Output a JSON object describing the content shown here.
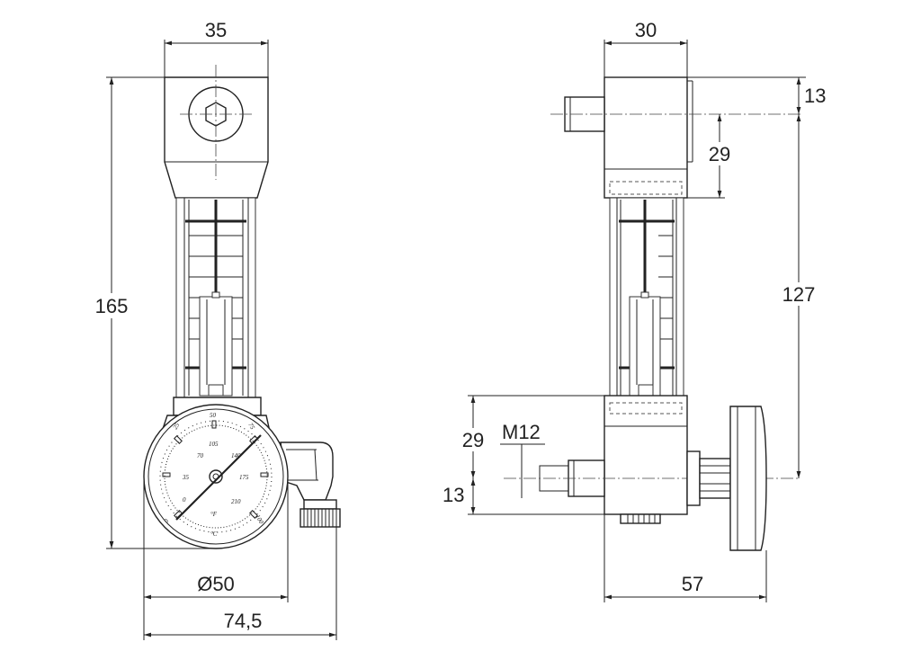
{
  "dimensions": {
    "front_width": "35",
    "front_height": "165",
    "gauge_diameter": "Ø50",
    "overall_width_front": "74,5",
    "side_width": "30",
    "side_top_offset": "13",
    "side_top_gap": "29",
    "side_center_distance": "127",
    "side_lower_block": "29",
    "thread": "M12",
    "thread_offset": "13",
    "overall_width_side": "57"
  },
  "gauge": {
    "fahrenheit_ticks": [
      "35",
      "70",
      "105",
      "140",
      "175",
      "210"
    ],
    "celsius_ticks": [
      "0",
      "25",
      "50",
      "75",
      "100"
    ],
    "unit_f": "°F",
    "unit_c": "°C"
  },
  "colors": {
    "line": "#222222",
    "background": "#ffffff"
  }
}
